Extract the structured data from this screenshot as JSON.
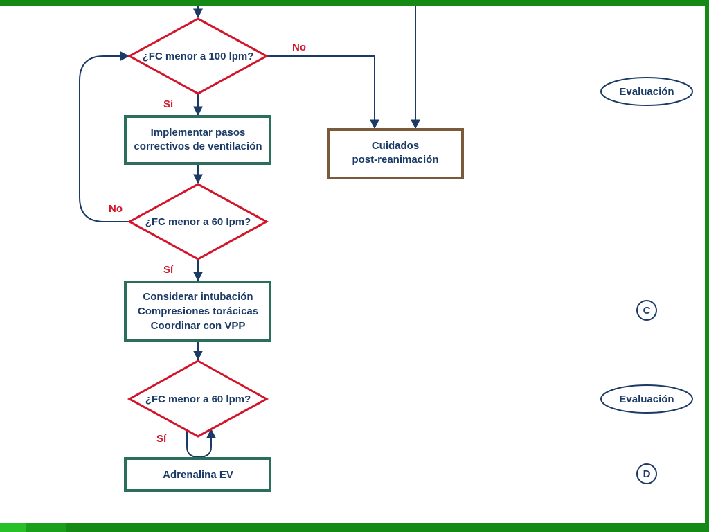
{
  "decisions": {
    "hr_under_100": "¿FC menor a 100 lpm?",
    "hr_under_60_first": "¿FC menor a 60 lpm?",
    "hr_under_60_second": "¿FC menor a 60 lpm?"
  },
  "actions": {
    "ventilation_lines": [
      "Implementar pasos",
      "correctivos de ventilación"
    ],
    "post_resuscitation_lines": [
      "Cuidados",
      "post-reanimación"
    ],
    "compressions_lines": [
      "Considerar intubación",
      "Compresiones torácicas",
      "Coordinar con VPP"
    ],
    "adrenaline": "Adrenalina EV"
  },
  "branch_labels": {
    "yes": "Sí",
    "no": "No"
  },
  "side_labels": {
    "evaluation_top": "Evaluación",
    "step_c": "C",
    "evaluation_bottom": "Evaluación",
    "step_d": "D"
  },
  "colors": {
    "decision_border": "#d2152a",
    "action_border": "#2b6e5c",
    "post_care_border": "#7a5a3a",
    "text_and_arrows": "#1b3a66",
    "frame": "#148a14"
  }
}
